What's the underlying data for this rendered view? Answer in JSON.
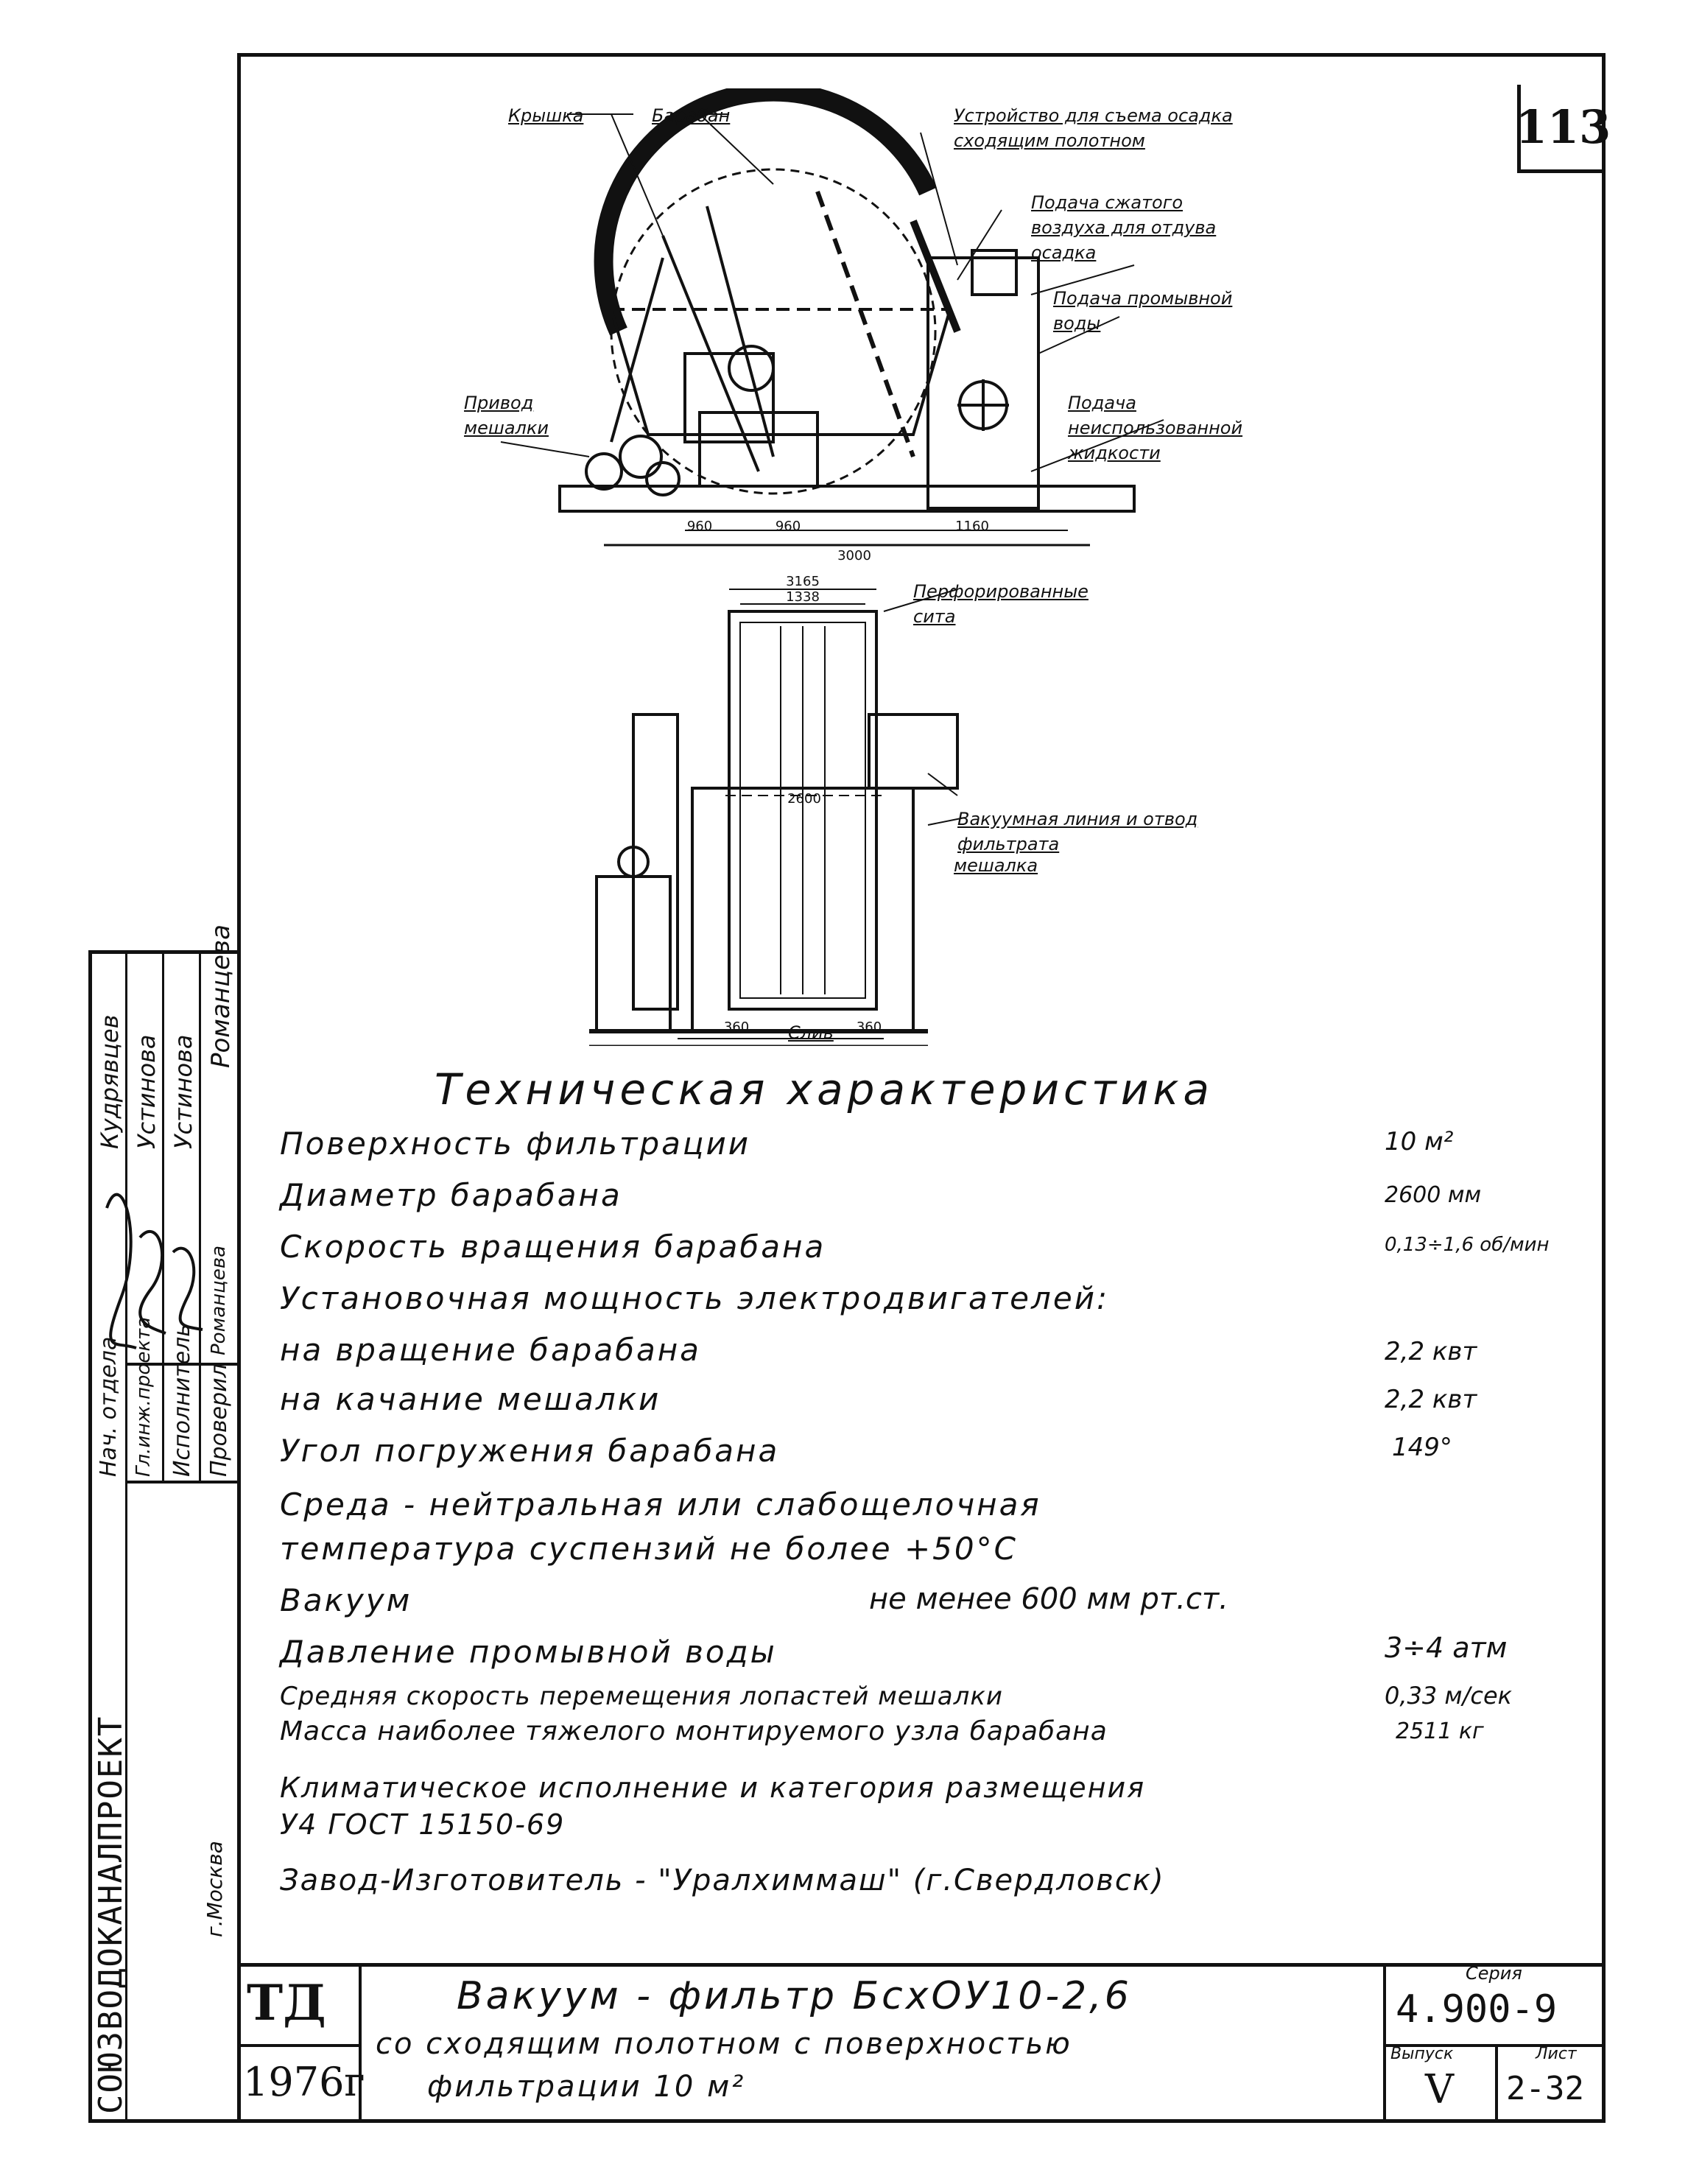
{
  "sheet_number": "113",
  "drawing_top": {
    "callouts": [
      "Крышка",
      "Барабан",
      "Устройство для съема осадка сходящим полотном",
      "Подача сжатого воздуха для отдува осадка",
      "Подача промывной воды",
      "Подача неиспользованной жидкости",
      "Привод мешалки"
    ],
    "dims": [
      "960",
      "960",
      "1160",
      "3000"
    ]
  },
  "drawing_side": {
    "callouts": [
      "Перфорированные сита",
      "Вакуумная линия и отвод фильтрата",
      "мешалка",
      "Слив"
    ],
    "dims": [
      "3165",
      "1338",
      "2600",
      "360",
      "360"
    ]
  },
  "specs": {
    "title": "Техническая характеристика",
    "rows": [
      {
        "label": "Поверхность фильтрации",
        "value": "10 м²"
      },
      {
        "label": "Диаметр барабана",
        "value": "2600 мм"
      },
      {
        "label": "Скорость вращения барабана",
        "value": "0,13÷1,6 об/мин"
      },
      {
        "label": "Установочная мощность электродвигателей:",
        "value": ""
      },
      {
        "label": "на вращение барабана",
        "value": "2,2 квт"
      },
      {
        "label": "на качание мешалки",
        "value": "2,2 квт"
      },
      {
        "label": "Угол погружения барабана",
        "value": "149°"
      },
      {
        "label": "Среда - нейтральная или слабощелочная",
        "value": ""
      },
      {
        "label": "температура суспензий не более +50°С",
        "value": ""
      },
      {
        "label": "Вакуум",
        "value": "не менее 600 мм рт.ст."
      },
      {
        "label": "Давление промывной воды",
        "value": "3÷4 атм"
      },
      {
        "label": "Средняя скорость перемещения лопастей мешалки",
        "value": "0,33 м/сек"
      },
      {
        "label": "Масса наиболее тяжелого монтируемого узла барабана",
        "value": "2511 кг"
      },
      {
        "label": "Климатическое исполнение и категория размещения",
        "value": ""
      },
      {
        "label": "У4 ГОСТ 15150-69",
        "value": ""
      },
      {
        "label": "Завод-Изготовитель - \"Уралхиммаш\" (г.Свердловск)",
        "value": ""
      }
    ]
  },
  "stamp": {
    "org": "СОЮЗВОДОКАНАЛПРОЕКТ",
    "city": "г.Москва",
    "roles": [
      "Нач. отдела",
      "Гл.инж.проекта",
      "Исполнитель",
      "Проверил"
    ],
    "names": [
      "Кудрявцев",
      "Устинова",
      "Устинова",
      "Романцева"
    ],
    "signatures": [
      "Романцева"
    ]
  },
  "title_block": {
    "code": "ТД",
    "year": "1976г",
    "title_line1": "Вакуум - фильтр БсхОУ10-2,6",
    "title_line2": "со сходящим полотном с поверхностью",
    "title_line3": "фильтрации 10 м²",
    "series_label": "Серия",
    "series_value": "4.900-9",
    "issue_label": "Выпуск",
    "issue_value": "V",
    "sheet_label": "Лист",
    "sheet_value": "2-32"
  }
}
